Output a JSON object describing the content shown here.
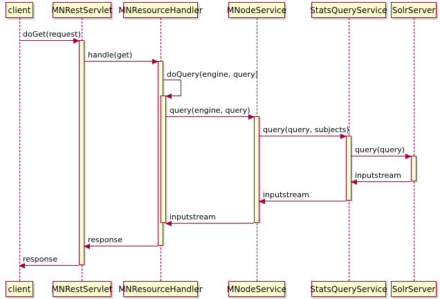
{
  "diagram": {
    "type": "uml-sequence",
    "participants": [
      {
        "name": "client"
      },
      {
        "name": "MNRestServlet"
      },
      {
        "name": "MNResourceHandler"
      },
      {
        "name": "MNodeService"
      },
      {
        "name": "StatsQueryService"
      },
      {
        "name": "SolrServer"
      }
    ],
    "messages": [
      {
        "label": "doGet(request)",
        "from": "client",
        "to": "MNRestServlet"
      },
      {
        "label": "handle(get)",
        "from": "MNRestServlet",
        "to": "MNResourceHandler"
      },
      {
        "label": "doQuery(engine, query)",
        "from": "MNResourceHandler",
        "to": "MNResourceHandler"
      },
      {
        "label": "query(engine, query)",
        "from": "MNResourceHandler",
        "to": "MNodeService"
      },
      {
        "label": "query(query, subjects)",
        "from": "MNodeService",
        "to": "StatsQueryService"
      },
      {
        "label": "query(query)",
        "from": "StatsQueryService",
        "to": "SolrServer"
      },
      {
        "label": "inputstream",
        "from": "SolrServer",
        "to": "StatsQueryService"
      },
      {
        "label": "inputstream",
        "from": "StatsQueryService",
        "to": "MNodeService"
      },
      {
        "label": "inputstream",
        "from": "MNodeService",
        "to": "MNResourceHandler"
      },
      {
        "label": "response",
        "from": "MNResourceHandler",
        "to": "MNRestServlet"
      },
      {
        "label": "response",
        "from": "MNRestServlet",
        "to": "client"
      }
    ],
    "colors": {
      "box_fill": "#FEFECE",
      "line": "#A80036",
      "text": "#000000",
      "background": "#FFFFFF"
    }
  }
}
